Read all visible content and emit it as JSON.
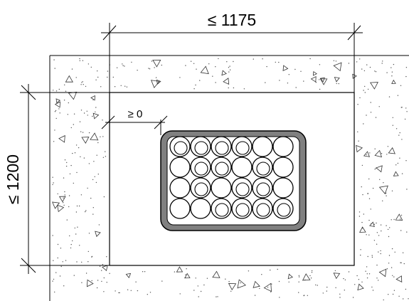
{
  "dimensions": {
    "width_label": "≤ 1175",
    "height_label": "≤ 1200",
    "gap_label": "≥ 0"
  },
  "colors": {
    "line": "#000000",
    "speckle": "#555555",
    "bundle_fill": "#808080",
    "background": "#ffffff"
  },
  "cable_bundle": {
    "rows": 4,
    "columns": 6
  }
}
